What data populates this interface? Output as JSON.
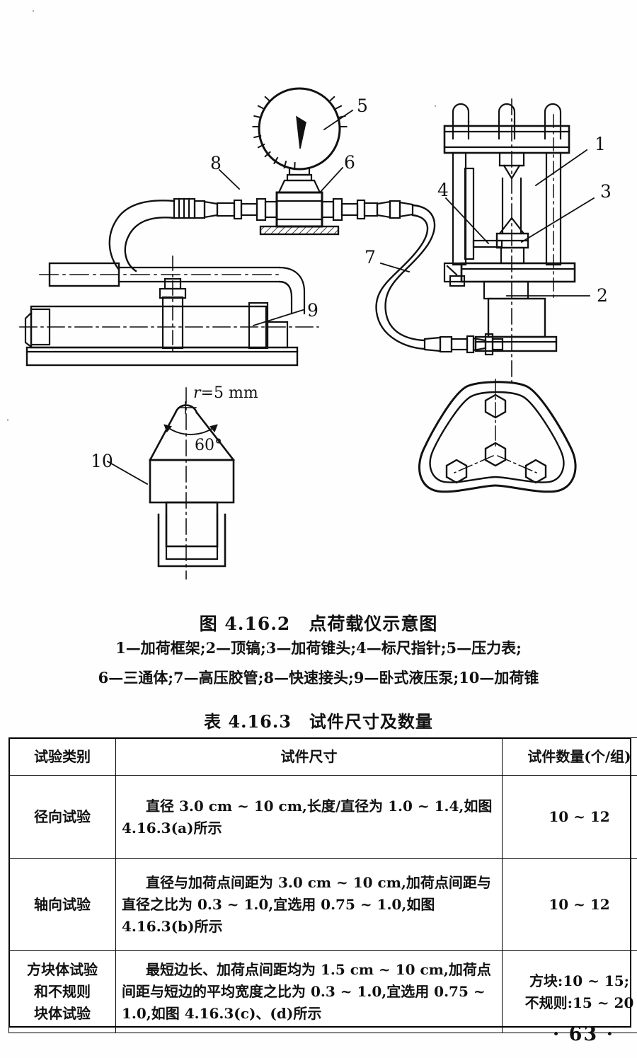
{
  "figure": {
    "title": "图 4.16.2　点荷载仪示意图",
    "legend_line1": "1—加荷框架;2—顶镐;3—加荷锥头;4—标尺指针;5—压力表;",
    "legend_line2": "6—三通体;7—高压胶管;8—快速接头;9—卧式液压泵;10—加荷锥",
    "callouts": [
      {
        "id": "1",
        "label": "1",
        "refers_to": "加荷框架"
      },
      {
        "id": "2",
        "label": "2",
        "refers_to": "顶镐"
      },
      {
        "id": "3",
        "label": "3",
        "refers_to": "加荷锥头"
      },
      {
        "id": "4",
        "label": "4",
        "refers_to": "标尺指针"
      },
      {
        "id": "5",
        "label": "5",
        "refers_to": "压力表"
      },
      {
        "id": "6",
        "label": "6",
        "refers_to": "三通体"
      },
      {
        "id": "7",
        "label": "7",
        "refers_to": "高压胶管"
      },
      {
        "id": "8",
        "label": "8",
        "refers_to": "快速接头"
      },
      {
        "id": "9",
        "label": "9",
        "refers_to": "卧式液压泵"
      },
      {
        "id": "10",
        "label": "10",
        "refers_to": "加荷锥"
      }
    ],
    "dimensions": {
      "radius": "r=5 mm",
      "radius_symbol": "r",
      "radius_value": "=5 mm",
      "angle": "60°"
    }
  },
  "table": {
    "title": "表 4.16.3　试件尺寸及数量",
    "headers": [
      "试验类别",
      "试件尺寸",
      "试件数量(个/组)"
    ],
    "rows": [
      {
        "type": "径向试验",
        "size": "直径 3.0 cm ~ 10 cm,长度/直径为 1.0 ~ 1.4,如图 4.16.3(a)所示",
        "qty": "10 ~ 12",
        "qty_lines": [
          "10 ~ 12"
        ]
      },
      {
        "type": "轴向试验",
        "size": "直径与加荷点间距为 3.0 cm ~ 10 cm,加荷点间距与直径之比为 0.3 ~ 1.0,宜选用 0.75 ~ 1.0,如图 4.16.3(b)所示",
        "qty": "10 ~ 12",
        "qty_lines": [
          "10 ~ 12"
        ]
      },
      {
        "type": "方块体试验\n和不规则\n块体试验",
        "type_lines": [
          "方块体试验",
          "和不规则",
          "块体试验"
        ],
        "size": "最短边长、加荷点间距均为 1.5 cm ~ 10 cm,加荷点间距与短边的平均宽度之比为 0.3 ~ 1.0,宜选用 0.75 ~ 1.0,如图 4.16.3(c)、(d)所示",
        "qty": "方块:10 ~ 15;\n不规则:15 ~ 20",
        "qty_lines": [
          "方块:10 ~ 15;",
          "不规则:15 ~ 20"
        ]
      }
    ]
  },
  "page": {
    "number": "· 63 ·"
  },
  "colors": {
    "ink": "#111111",
    "paper": "#fefefe",
    "rule": "#000000"
  }
}
